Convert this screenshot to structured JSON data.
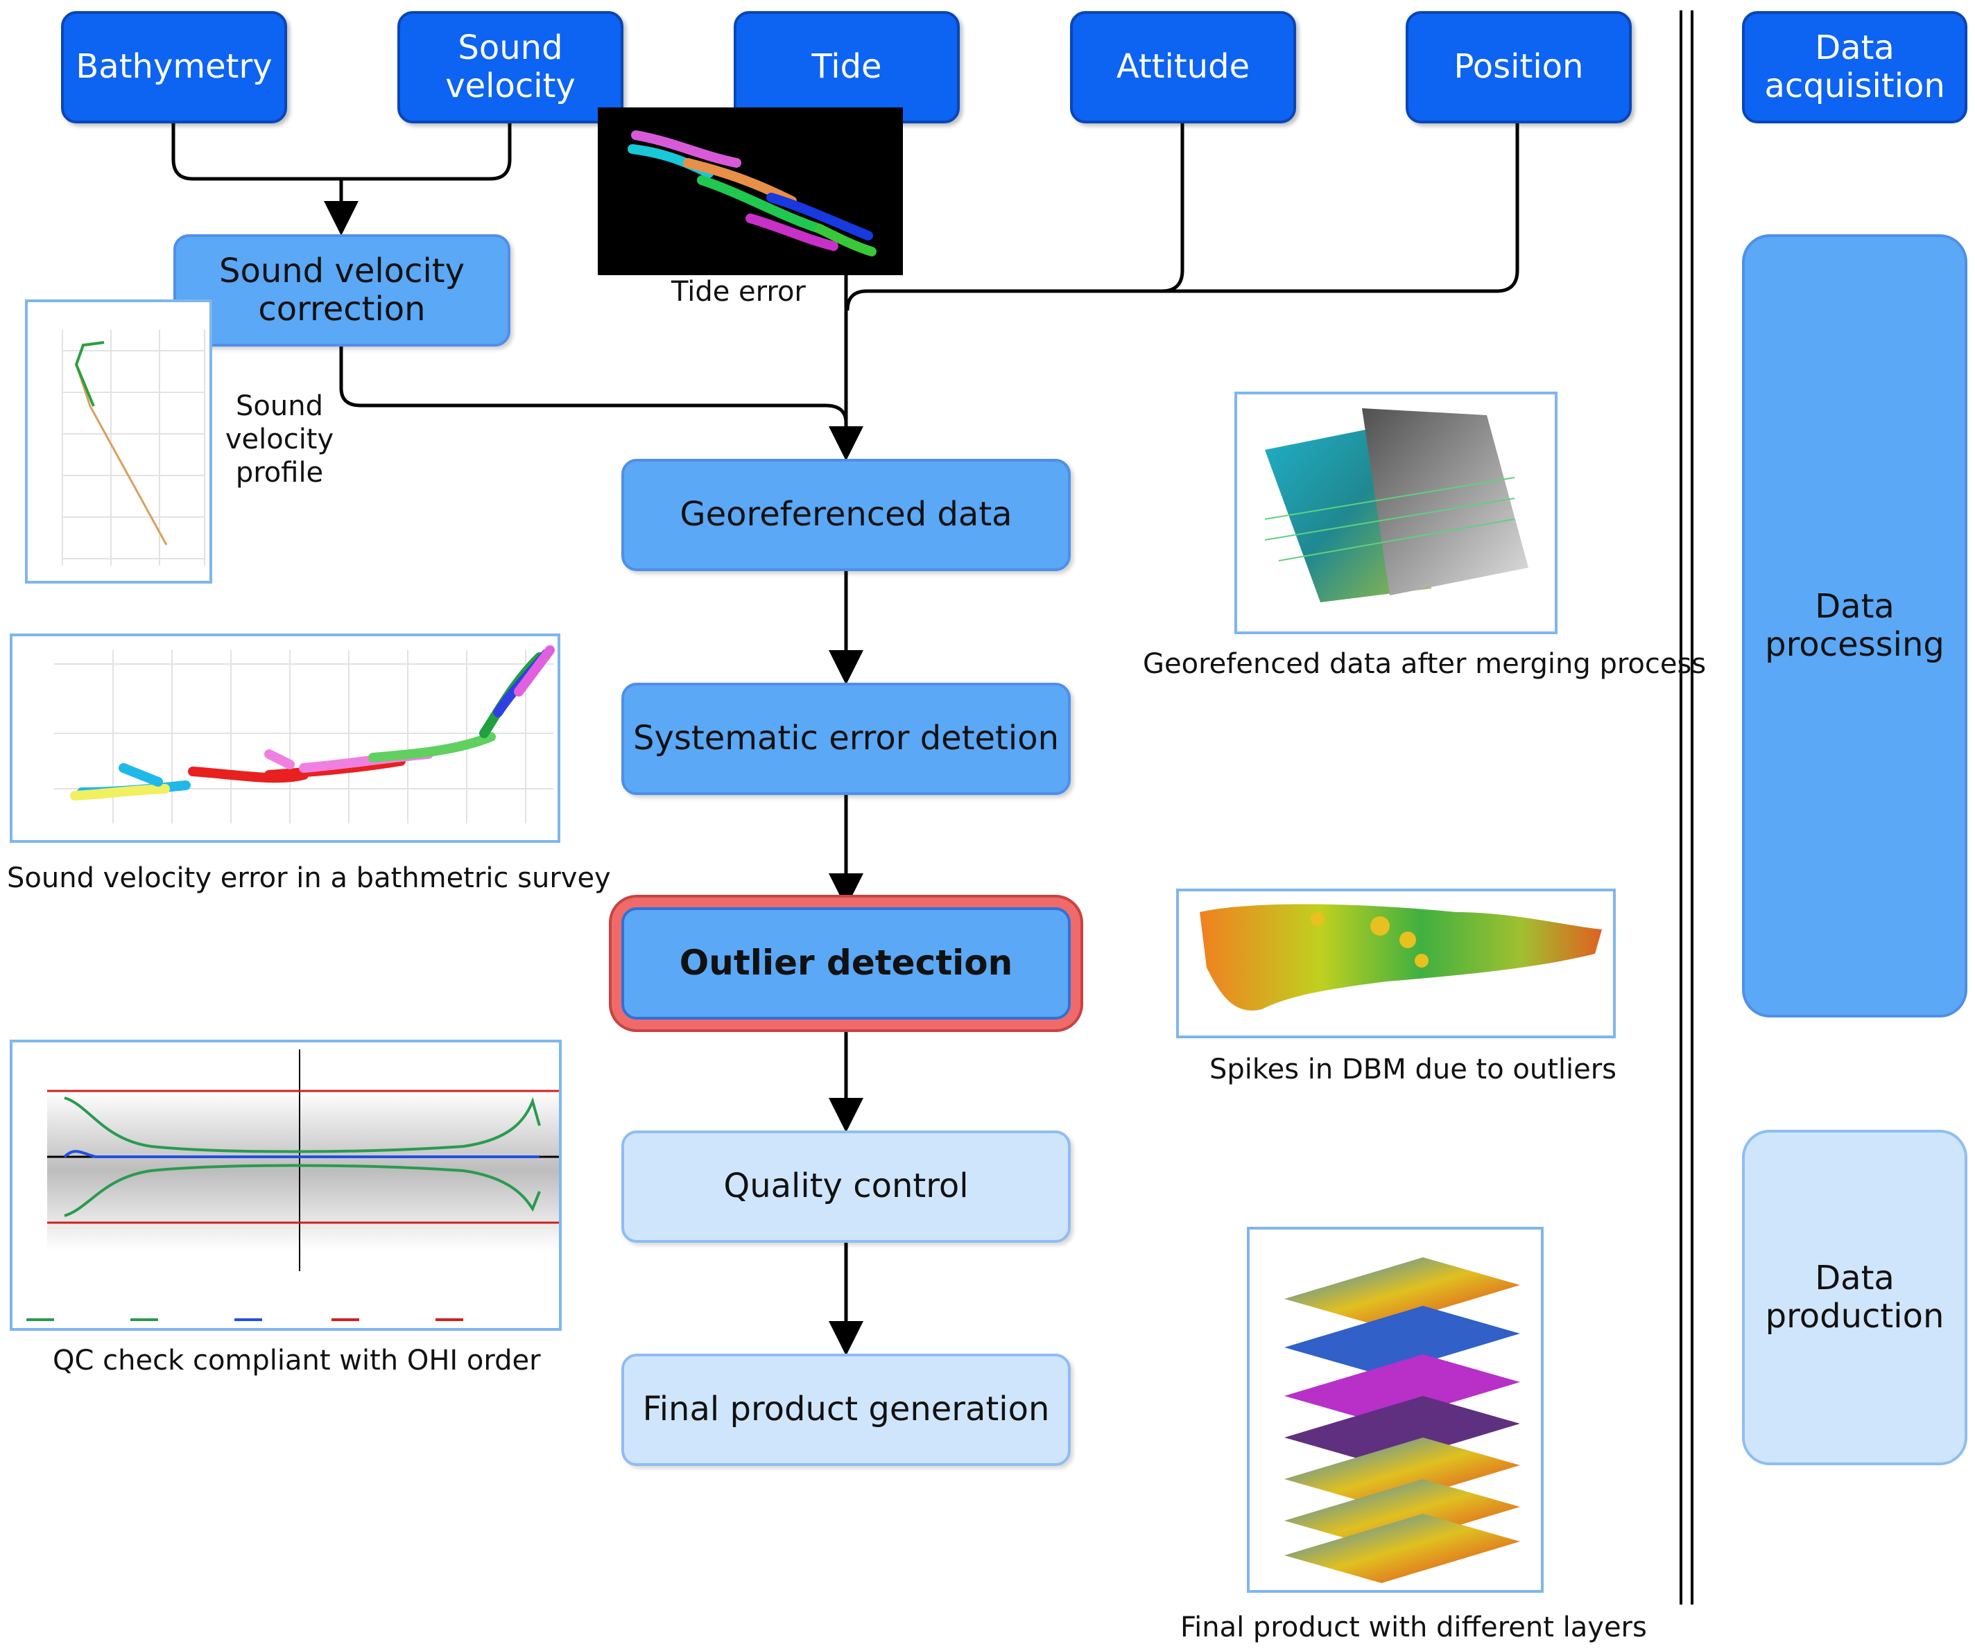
{
  "inputs": {
    "bathymetry": "Bathymetry",
    "sound_velocity": "Sound velocity",
    "tide": "Tide",
    "attitude": "Attitude",
    "position": "Position"
  },
  "steps": {
    "sv_correction": "Sound velocity correction",
    "georeferenced": "Georeferenced data",
    "systematic": "Systematic error detetion",
    "outlier": "Outlier detection",
    "quality": "Quality control",
    "final": "Final product generation"
  },
  "phases": {
    "acquisition": "Data acquisition",
    "processing": "Data processing",
    "production": "Data production"
  },
  "captions": {
    "tide_error": "Tide error",
    "sv_profile": "Sound velocity profile",
    "sv_error": "Sound velocity error in a bathmetric survey",
    "qc_check": "QC check compliant with OHI order",
    "georef_merge": "Georefenced data after merging process",
    "spikes": "Spikes in DBM due to outliers",
    "final_layers": "Final product with different layers"
  },
  "colors": {
    "input_box": "#0d63f2",
    "process_box": "#5aa8f6",
    "light_box": "#cfe5fc",
    "highlight": "#f06a6a"
  }
}
